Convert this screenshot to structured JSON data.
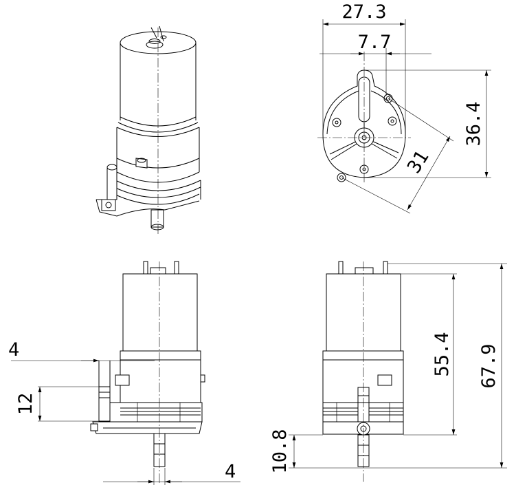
{
  "dimensions": {
    "top_width": "27.3",
    "top_offset": "7.7",
    "top_height": "36.4",
    "top_diagonal": "31",
    "left_width": "4",
    "left_height": "12",
    "left_bottom_width": "4",
    "right_nozzle": "10.8",
    "right_body": "55.4",
    "right_total": "67.9"
  },
  "colors": {
    "line": "#000000",
    "background": "#ffffff"
  }
}
